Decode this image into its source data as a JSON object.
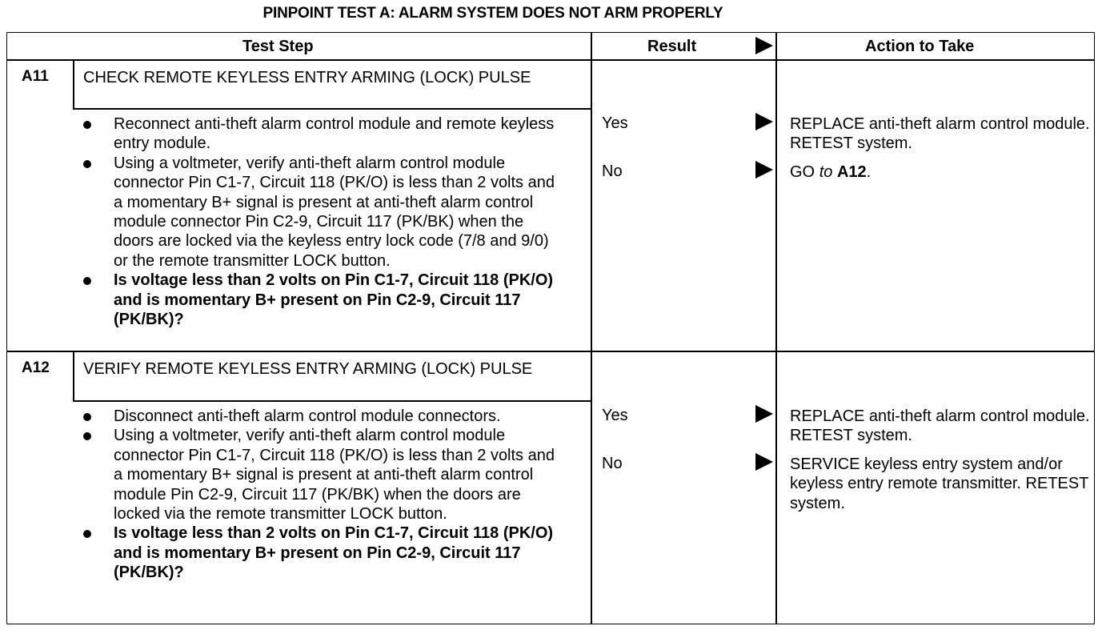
{
  "title": "PINPOINT TEST A: ALARM SYSTEM DOES NOT ARM PROPERLY",
  "headers": {
    "test_step": "Test Step",
    "result": "Result",
    "action": "Action to Take"
  },
  "steps": [
    {
      "id": "A11",
      "title": "CHECK REMOTE KEYLESS ENTRY ARMING (LOCK) PULSE",
      "bullets": [
        "Reconnect anti-theft alarm control module and remote keyless entry module.",
        "Using a voltmeter, verify anti-theft alarm control module connector Pin C1-7, Circuit 118 (PK/O) is less than 2 volts and a momentary B+ signal is present at anti-theft alarm control module connector Pin C2-9, Circuit 117 (PK/BK) when the doors are locked via the keyless entry lock code (7/8 and 9/0) or the remote transmitter LOCK button.",
        "Is voltage less than 2 volts on Pin C1-7, Circuit 118 (PK/O) and is momentary B+ present on Pin C2-9, Circuit 117 (PK/BK)?"
      ],
      "results": [
        {
          "label": "Yes",
          "action": "REPLACE anti-theft alarm control module. RETEST system."
        },
        {
          "label": "No",
          "action_prefix": "GO",
          "action_to": "to",
          "action_ref": "A12",
          "action_suffix": "."
        }
      ]
    },
    {
      "id": "A12",
      "title": "VERIFY REMOTE KEYLESS ENTRY ARMING (LOCK) PULSE",
      "bullets": [
        "Disconnect anti-theft alarm control module connectors.",
        "Using a voltmeter, verify anti-theft alarm control module connector Pin C1-7, Circuit 118 (PK/O) is less than 2 volts and a momentary B+ signal is present at anti-theft alarm control module Pin C2-9, Circuit 117 (PK/BK) when the doors are locked via the remote transmitter LOCK button.",
        "Is voltage less than 2 volts on Pin C1-7, Circuit 118 (PK/O) and is momentary B+ present on Pin C2-9, Circuit 117 (PK/BK)?"
      ],
      "results": [
        {
          "label": "Yes",
          "action": "REPLACE anti-theft alarm control module. RETEST system."
        },
        {
          "label": "No",
          "action": "SERVICE keyless entry system and/or keyless entry remote transmitter. RETEST system."
        }
      ]
    }
  ]
}
